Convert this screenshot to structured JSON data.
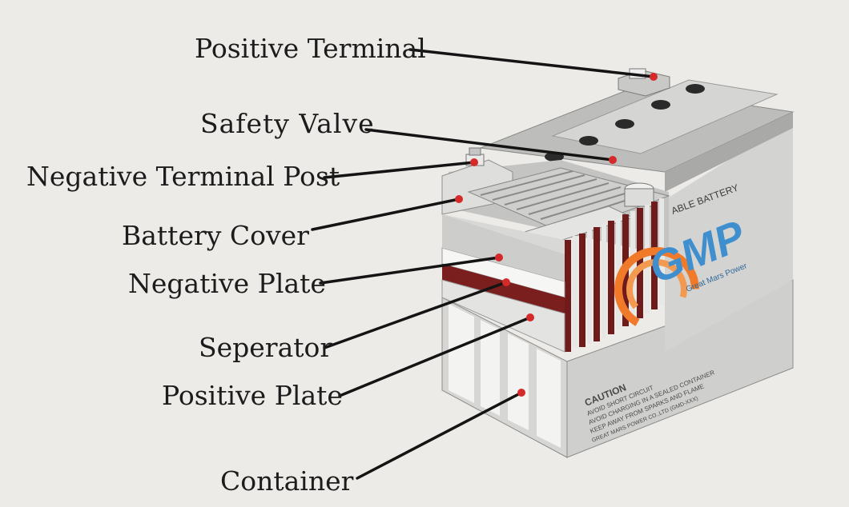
{
  "labels": {
    "positive_terminal": "Positive Terminal",
    "safety_valve": "Safety Valve",
    "negative_terminal_post": "Negative Terminal Post",
    "battery_cover": "Battery Cover",
    "negative_plate": "Negative Plate",
    "seperator": "Seperator",
    "positive_plate": "Positive Plate",
    "container": "Container"
  },
  "battery": {
    "brand": "GMP",
    "brand_subtitle": "Great Mars Power",
    "side_text": "ABLE BATTERY",
    "caution_title": "CAUTION",
    "caution_lines": [
      "AVOID SHORT CIRCUIT",
      "AVOID CHARGING IN A SEALED CONTAINER",
      "KEEP AWAY FROM SPARKS AND FLAME",
      "GREAT MARS POWER CO.,LTD  (GMD-XXX)"
    ]
  },
  "colors": {
    "background": "#ecebe8",
    "marker": "#d42a2a",
    "leader_line": "#141414",
    "brand_orange": "#f07a2a",
    "brand_blue": "#3f8fcf",
    "separator_red": "#7a1e1e"
  }
}
